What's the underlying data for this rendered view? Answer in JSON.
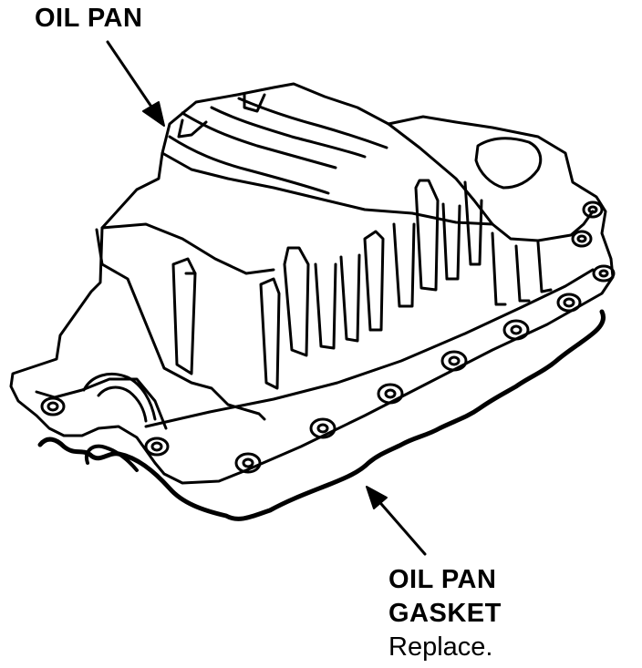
{
  "labels": {
    "oil_pan": "OIL PAN",
    "gasket_line1": "OIL PAN",
    "gasket_line2": "GASKET",
    "gasket_note": "Replace."
  },
  "colors": {
    "ink": "#000000",
    "paper": "#ffffff"
  }
}
